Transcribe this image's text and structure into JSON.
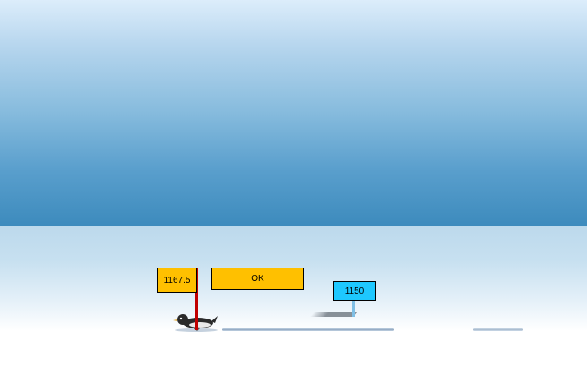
{
  "game": {
    "current_distance": "1167.5",
    "ok_label": "OK",
    "record_distance": "1150"
  },
  "colors": {
    "sky_top": "#dcedfb",
    "sky_bottom": "#3d8bbd",
    "marker_current": "#ffc000",
    "marker_record": "#1ec8ff",
    "pole_current": "#c00000"
  },
  "icons": {
    "player": "penguin-icon"
  }
}
